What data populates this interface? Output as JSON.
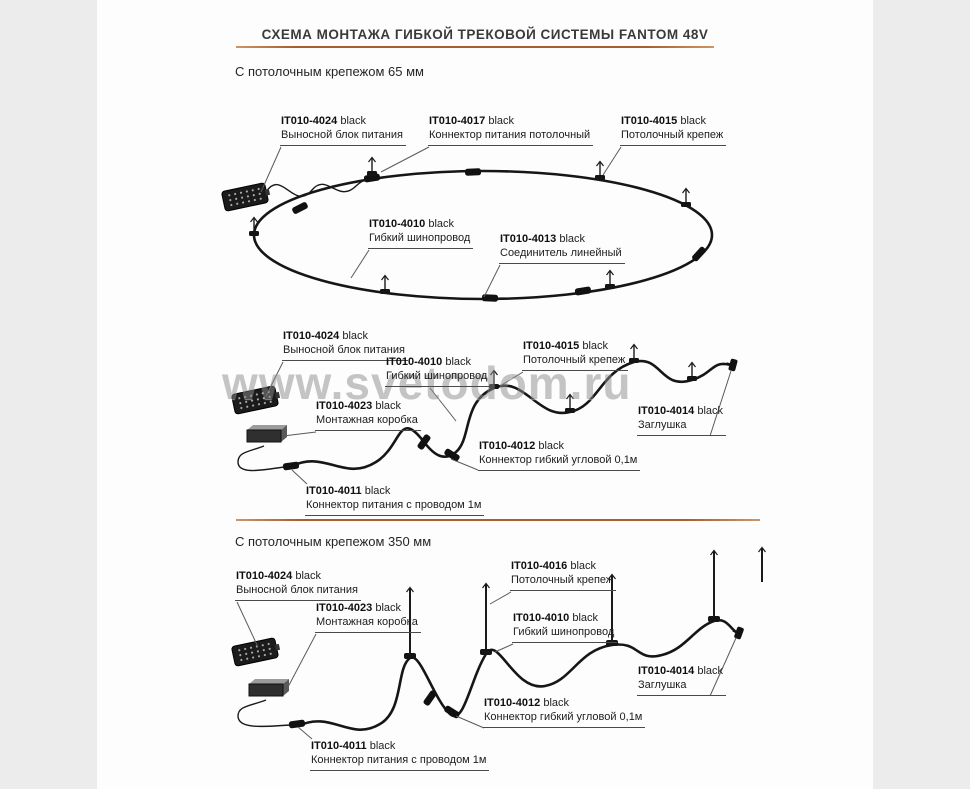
{
  "page": {
    "title": "СХЕМА МОНТАЖА ГИБКОЙ ТРЕКОВОЙ СИСТЕМЫ FANTOM 48V",
    "watermark": "www.svetodom.ru"
  },
  "sections": {
    "s65": {
      "heading": "С потолочным крепежом 65 мм"
    },
    "s350": {
      "heading": "С потолочным крепежом 350 мм"
    }
  },
  "colors": {
    "accent_line": "#a85f2e",
    "track": "#161616",
    "background": "#ececec",
    "panel": "#fdfdfd"
  },
  "parts": {
    "p4024": {
      "code": "IT010-4024",
      "variant": "black",
      "desc": "Выносной блок питания"
    },
    "p4017": {
      "code": "IT010-4017",
      "variant": "black",
      "desc": "Коннектор питания потолочный"
    },
    "p4015": {
      "code": "IT010-4015",
      "variant": "black",
      "desc": "Потолочный крепеж"
    },
    "p4016": {
      "code": "IT010-4016",
      "variant": "black",
      "desc": "Потолочный крепеж"
    },
    "p4010": {
      "code": "IT010-4010",
      "variant": "black",
      "desc": "Гибкий шинопровод"
    },
    "p4013": {
      "code": "IT010-4013",
      "variant": "black",
      "desc": "Соединитель линейный"
    },
    "p4023": {
      "code": "IT010-4023",
      "variant": "black",
      "desc": "Монтажная коробка"
    },
    "p4014": {
      "code": "IT010-4014",
      "variant": "black",
      "desc": "Заглушка"
    },
    "p4012": {
      "code": "IT010-4012",
      "variant": "black",
      "desc": "Коннектор гибкий угловой 0,1м"
    },
    "p4011": {
      "code": "IT010-4011",
      "variant": "black",
      "desc": "Коннектор питания с проводом 1м"
    }
  }
}
